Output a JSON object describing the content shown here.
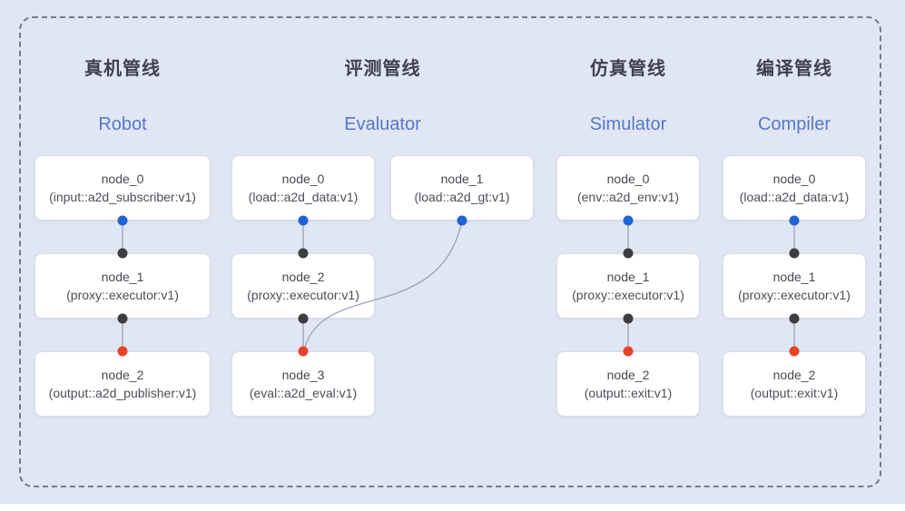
{
  "pipelines": [
    {
      "id": "robot",
      "title_cn": "真机管线",
      "title_en": "Robot",
      "nodes": [
        {
          "name": "node_0",
          "type": "(input::a2d_subscriber:v1)"
        },
        {
          "name": "node_1",
          "type": "(proxy::executor:v1)"
        },
        {
          "name": "node_2",
          "type": "(output::a2d_publisher:v1)"
        }
      ]
    },
    {
      "id": "evaluator",
      "title_cn": "评测管线",
      "title_en": "Evaluator",
      "nodes": [
        {
          "name": "node_0",
          "type": "(load::a2d_data:v1)"
        },
        {
          "name": "node_1",
          "type": "(load::a2d_gt:v1)"
        },
        {
          "name": "node_2",
          "type": "(proxy::executor:v1)"
        },
        {
          "name": "node_3",
          "type": "(eval::a2d_eval:v1)"
        }
      ]
    },
    {
      "id": "simulator",
      "title_cn": "仿真管线",
      "title_en": "Simulator",
      "nodes": [
        {
          "name": "node_0",
          "type": "(env::a2d_env:v1)"
        },
        {
          "name": "node_1",
          "type": "(proxy::executor:v1)"
        },
        {
          "name": "node_2",
          "type": "(output::exit:v1)"
        }
      ]
    },
    {
      "id": "compiler",
      "title_cn": "编译管线",
      "title_en": "Compiler",
      "nodes": [
        {
          "name": "node_0",
          "type": "(load::a2d_data:v1)"
        },
        {
          "name": "node_1",
          "type": "(proxy::executor:v1)"
        },
        {
          "name": "node_2",
          "type": "(output::exit:v1)"
        }
      ]
    }
  ],
  "edges": [
    {
      "pipeline": "robot",
      "from": "node_0",
      "to": "node_1"
    },
    {
      "pipeline": "robot",
      "from": "node_1",
      "to": "node_2"
    },
    {
      "pipeline": "evaluator",
      "from": "node_0",
      "to": "node_2"
    },
    {
      "pipeline": "evaluator",
      "from": "node_1",
      "to": "node_3"
    },
    {
      "pipeline": "evaluator",
      "from": "node_2",
      "to": "node_3"
    },
    {
      "pipeline": "simulator",
      "from": "node_0",
      "to": "node_1"
    },
    {
      "pipeline": "simulator",
      "from": "node_1",
      "to": "node_2"
    },
    {
      "pipeline": "compiler",
      "from": "node_0",
      "to": "node_1"
    },
    {
      "pipeline": "compiler",
      "from": "node_1",
      "to": "node_2"
    }
  ],
  "colors": {
    "background": "#e1e6f4",
    "dashed_border": "#747b88",
    "box_bg": "#ffffff",
    "box_border": "#d8dce6",
    "node_text": "#45494f",
    "title_cn": "#3d424c",
    "title_en": "#5877c8",
    "edge": "#9aa3b4",
    "port_output_blue": "#1f63d5",
    "port_proxy_dark": "#3d3d40",
    "port_input_red": "#e74329"
  }
}
